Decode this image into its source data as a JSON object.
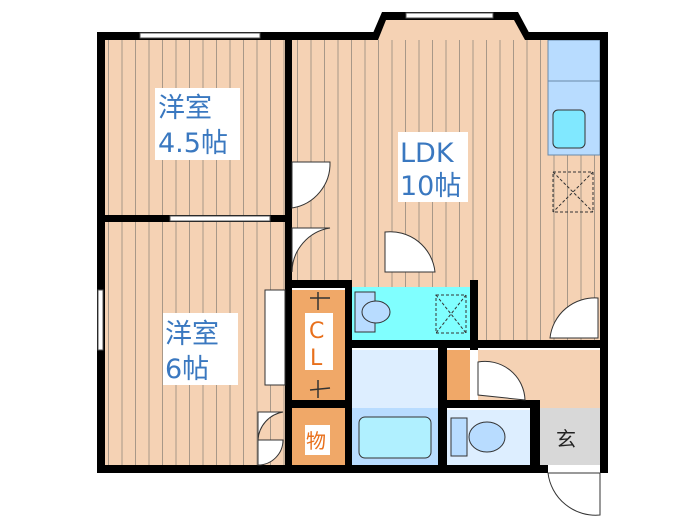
{
  "rooms": {
    "bedroom1": {
      "name": "洋室",
      "size": "4.5帖"
    },
    "ldk": {
      "name": "LDK",
      "size": "10帖"
    },
    "bedroom2": {
      "name": "洋室",
      "size": "6帖"
    },
    "closet": {
      "line1": "C",
      "line2": "L"
    },
    "storage": {
      "name": "物"
    },
    "entrance": {
      "name": "玄"
    }
  },
  "colors": {
    "floor": "#f5d2b4",
    "stripe": "#a89888",
    "wall": "#000000",
    "closet": "#f0a868",
    "washroom": "#80ffff",
    "bath": "#ddeeff",
    "entrance": "#d8d8d8",
    "label_blue": "#3a78c0",
    "label_orange": "#e8701c"
  }
}
